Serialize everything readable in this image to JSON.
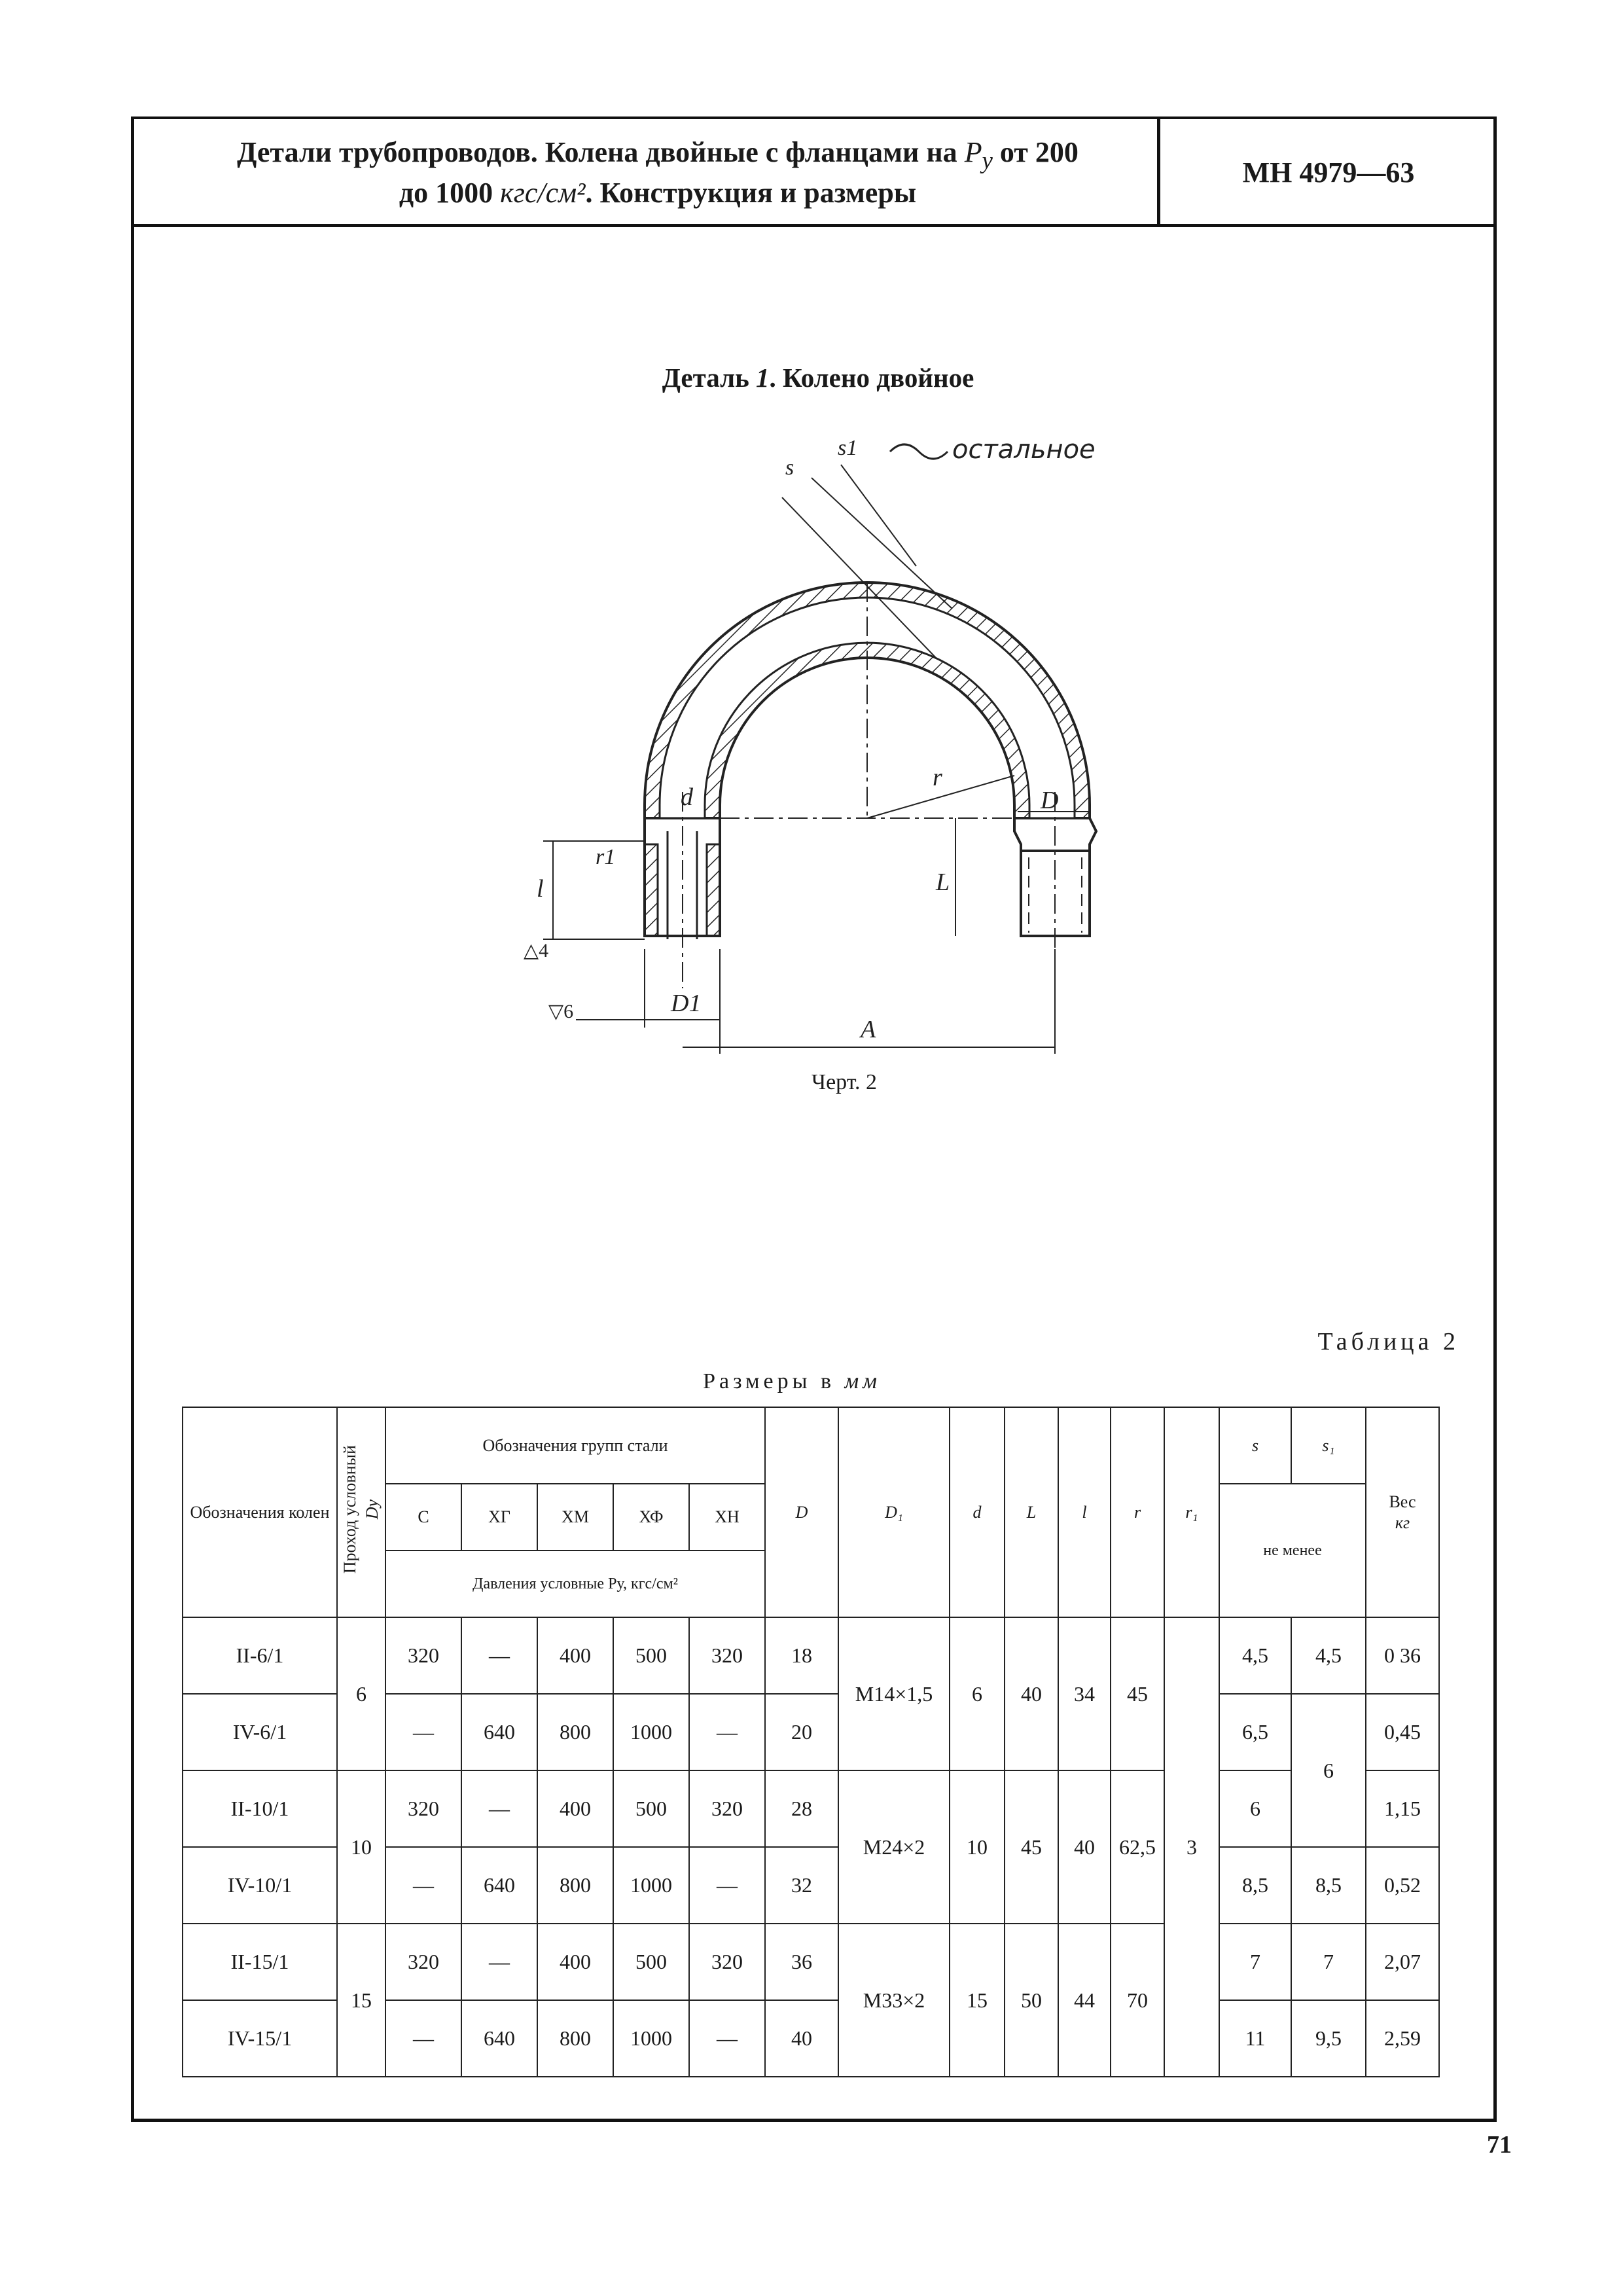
{
  "header": {
    "title_line1": "Детали трубопроводов. Колена двойные с фланцами на",
    "title_py": "Р",
    "title_py_sub": "у",
    "title_line1_end": "от 200",
    "title_line2_start": "до 1000",
    "title_unit": "кгс/см²",
    "title_line2_end": ". Конструкция и размеры",
    "code": "МН 4979—63"
  },
  "detail": {
    "title_prefix": "Деталь",
    "title_number": "1",
    "title_suffix": ". Колено двойное"
  },
  "drawing": {
    "roughness_note": "остальное",
    "labels": {
      "s": "s",
      "s1": "s1",
      "r": "r",
      "d": "d",
      "D": "D",
      "r1": "r1",
      "l": "l",
      "L": "L",
      "D1": "D1",
      "A": "A",
      "finish_4": "4",
      "finish_6": "6"
    },
    "caption": "Черт. 2"
  },
  "table_number": "Таблица 2",
  "dims_note_prefix": "Размеры в",
  "dims_note_unit": "мм",
  "table": {
    "headers": {
      "designation": "Обозначения колен",
      "nominal_bore": "Проход условный",
      "nominal_bore_symbol": "Dу",
      "steel_groups": "Обозначения групп стали",
      "steel": [
        "С",
        "ХГ",
        "ХМ",
        "ХФ",
        "ХН"
      ],
      "pressure": "Давления условные Pу, кгс/см²",
      "D": "D",
      "D1": "D₁",
      "d": "d",
      "L": "L",
      "l": "l",
      "r": "r",
      "r1": "r₁",
      "s": "s",
      "s1": "s₁",
      "not_less": "не менее",
      "weight": "Вес",
      "weight_unit": "кг"
    },
    "rows": [
      {
        "name": "II-6/1",
        "dy": "6",
        "p": [
          "320",
          "—",
          "400",
          "500",
          "320"
        ],
        "D": "18",
        "D1": "M14×1,5",
        "d": "6",
        "L": "40",
        "l": "34",
        "r": "45",
        "r1": "3",
        "s": "4,5",
        "s1": "4,5",
        "w": "0 36"
      },
      {
        "name": "IV-6/1",
        "p": [
          "—",
          "640",
          "800",
          "1000",
          "—"
        ],
        "D": "20",
        "s": "6,5",
        "s1": "6",
        "w": "0,45"
      },
      {
        "name": "II-10/1",
        "dy": "10",
        "p": [
          "320",
          "—",
          "400",
          "500",
          "320"
        ],
        "D": "28",
        "D1": "M24×2",
        "d": "10",
        "L": "45",
        "l": "40",
        "r": "62,5",
        "s": "6",
        "w": "1,15"
      },
      {
        "name": "IV-10/1",
        "p": [
          "—",
          "640",
          "800",
          "1000",
          "—"
        ],
        "D": "32",
        "s": "8,5",
        "s1": "8,5",
        "w": "0,52"
      },
      {
        "name": "II-15/1",
        "dy": "15",
        "p": [
          "320",
          "—",
          "400",
          "500",
          "320"
        ],
        "D": "36",
        "D1": "M33×2",
        "d": "15",
        "L": "50",
        "l": "44",
        "r": "70",
        "s": "7",
        "s1": "7",
        "w": "2,07"
      },
      {
        "name": "IV-15/1",
        "p": [
          "—",
          "640",
          "800",
          "1000",
          "—"
        ],
        "D": "40",
        "s": "11",
        "s1": "9,5",
        "w": "2,59"
      }
    ]
  },
  "page_number": "71"
}
